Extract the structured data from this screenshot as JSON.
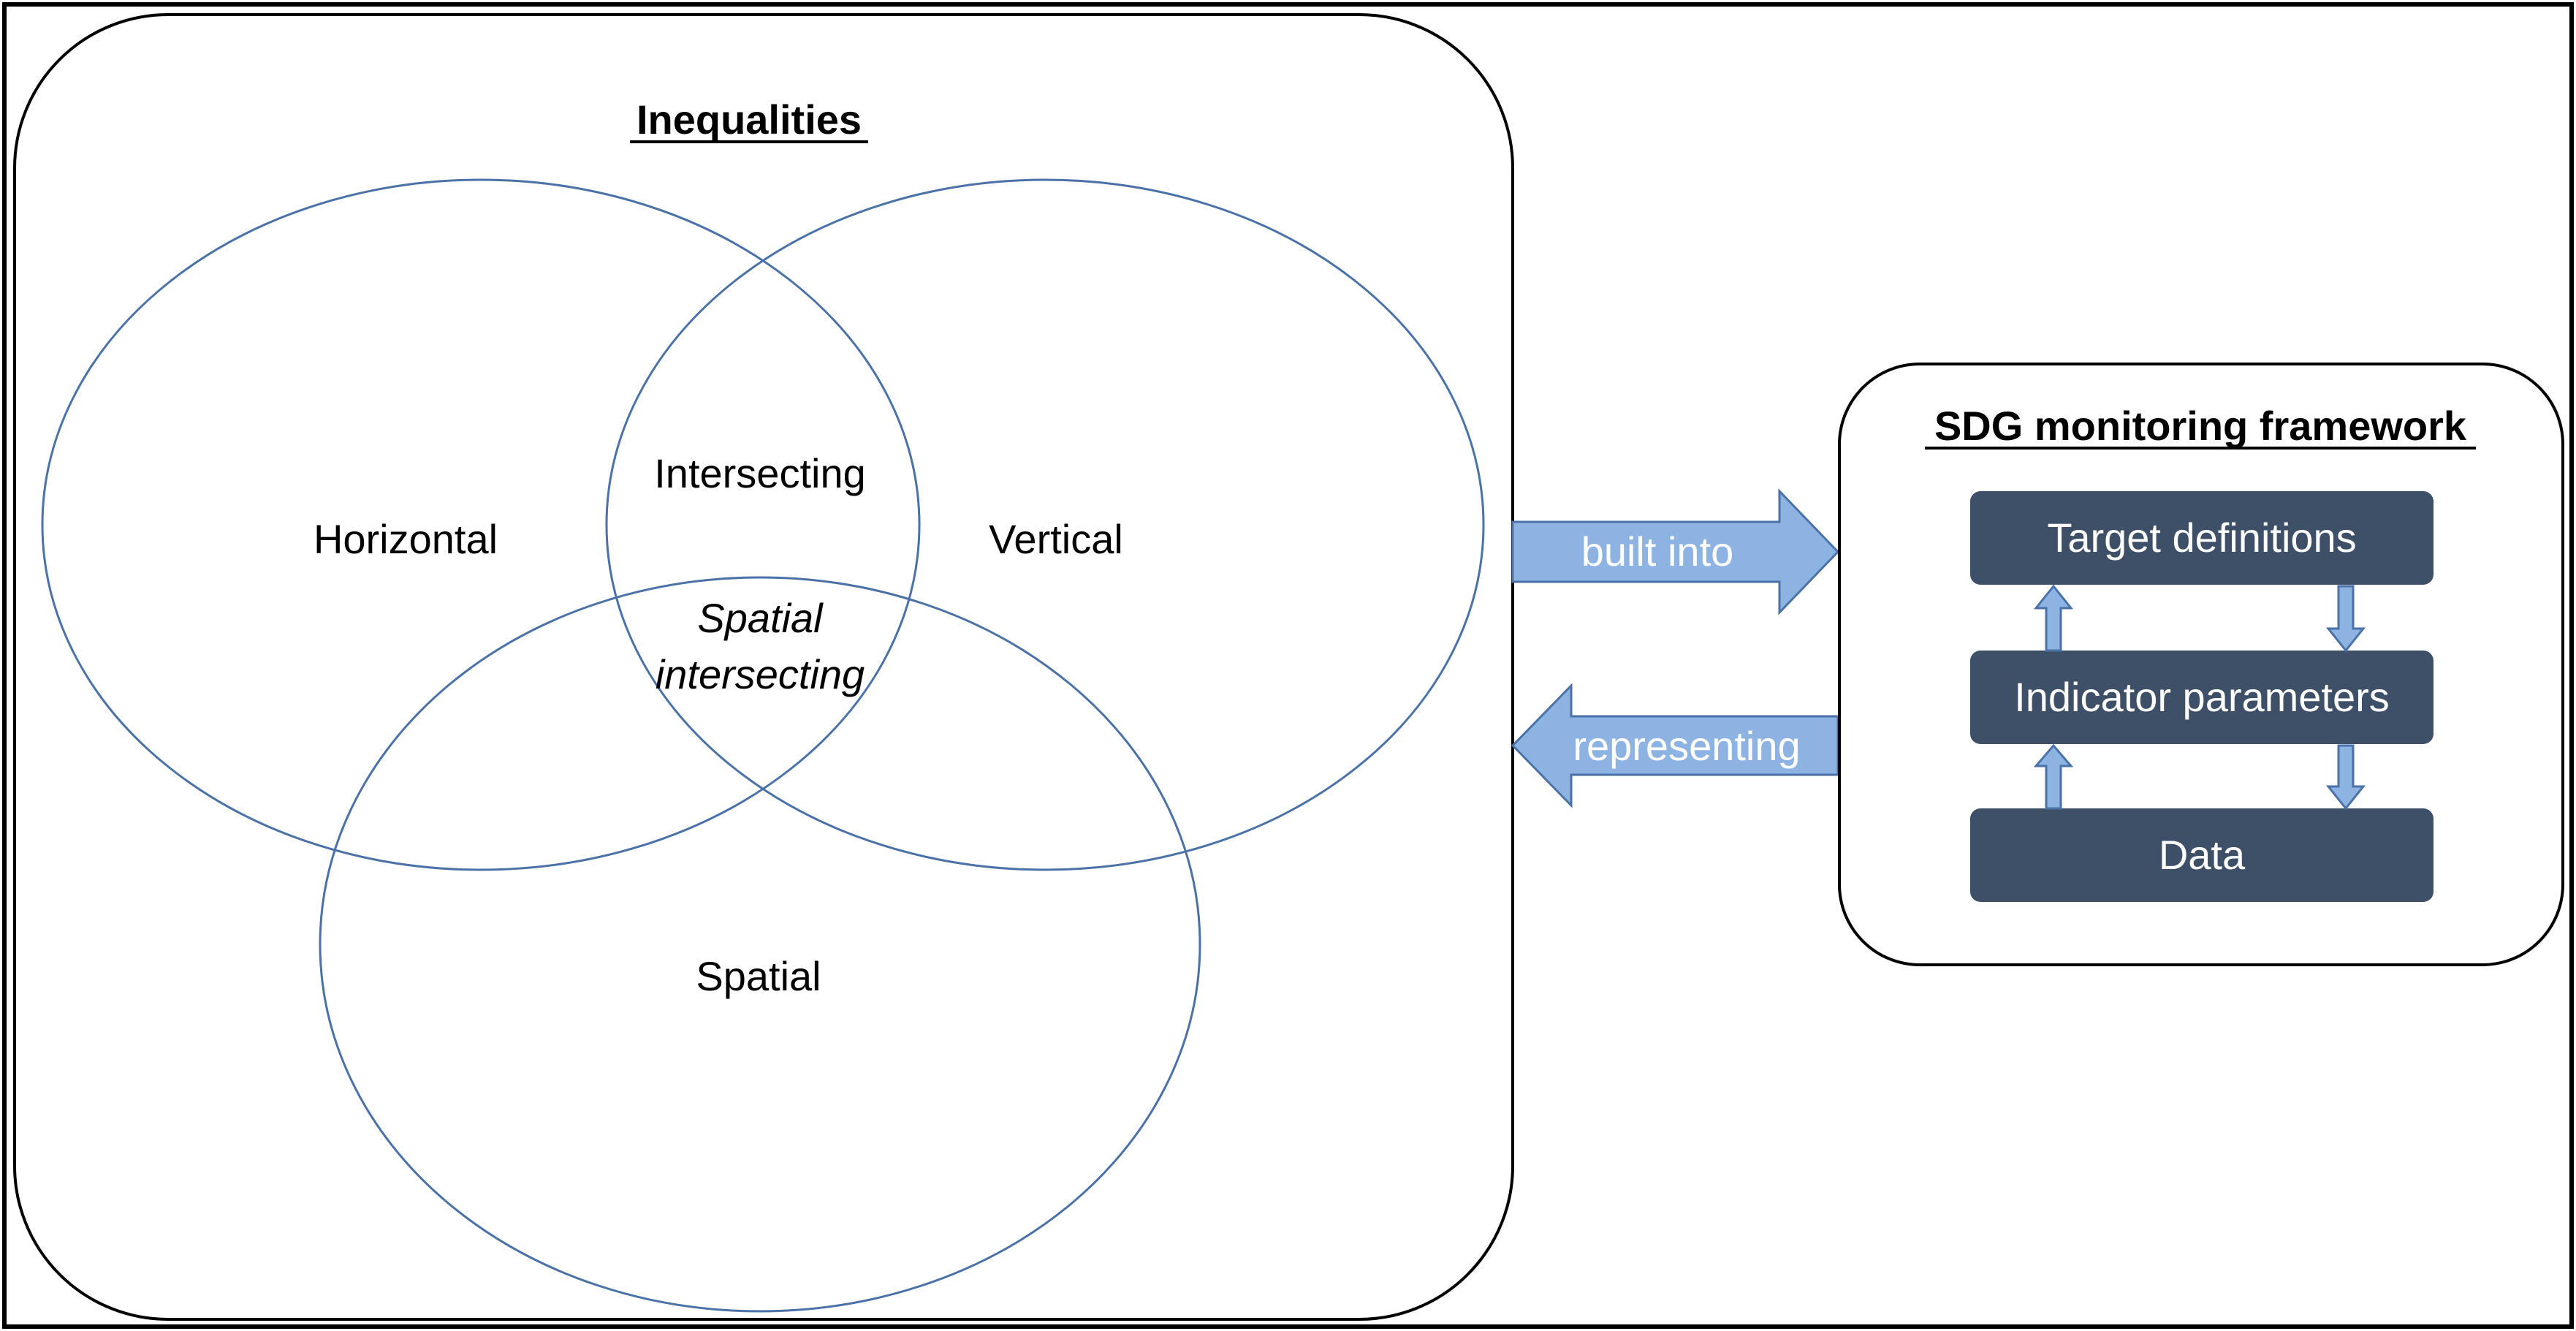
{
  "inequalities": {
    "title": "Inequalities",
    "circles": {
      "horizontal": "Horizontal",
      "vertical": "Vertical",
      "spatial": "Spatial"
    },
    "intersecting": "Intersecting",
    "spatial_intersecting_line1": "Spatial",
    "spatial_intersecting_line2": "intersecting",
    "circle_color": "#4a72a8"
  },
  "arrows": {
    "built_into": "built into",
    "representing": "representing",
    "arrow_color": "#8db3e2",
    "arrow_border": "#4a72a8"
  },
  "sdg": {
    "title": "SDG monitoring framework",
    "boxes": [
      "Target definitions",
      "Indicator parameters",
      "Data"
    ],
    "box_color": "#3d5068"
  }
}
